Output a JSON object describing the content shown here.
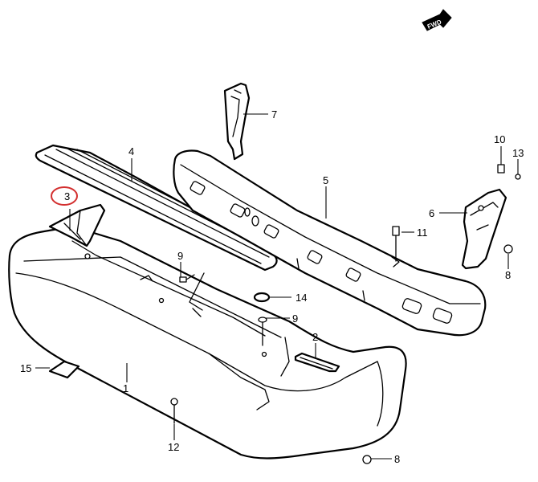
{
  "fwd_badge": "FWD",
  "highlight_color": "#d32f2f",
  "callouts": [
    {
      "id": "1",
      "label": "1"
    },
    {
      "id": "2",
      "label": "2"
    },
    {
      "id": "3",
      "label": "3",
      "highlighted": true
    },
    {
      "id": "4",
      "label": "4"
    },
    {
      "id": "5",
      "label": "5"
    },
    {
      "id": "6",
      "label": "6"
    },
    {
      "id": "7",
      "label": "7"
    },
    {
      "id": "8a",
      "label": "8"
    },
    {
      "id": "8b",
      "label": "8"
    },
    {
      "id": "9a",
      "label": "9"
    },
    {
      "id": "9b",
      "label": "9"
    },
    {
      "id": "10",
      "label": "10"
    },
    {
      "id": "11",
      "label": "11"
    },
    {
      "id": "12",
      "label": "12"
    },
    {
      "id": "13",
      "label": "13"
    },
    {
      "id": "14",
      "label": "14"
    },
    {
      "id": "15",
      "label": "15"
    }
  ]
}
